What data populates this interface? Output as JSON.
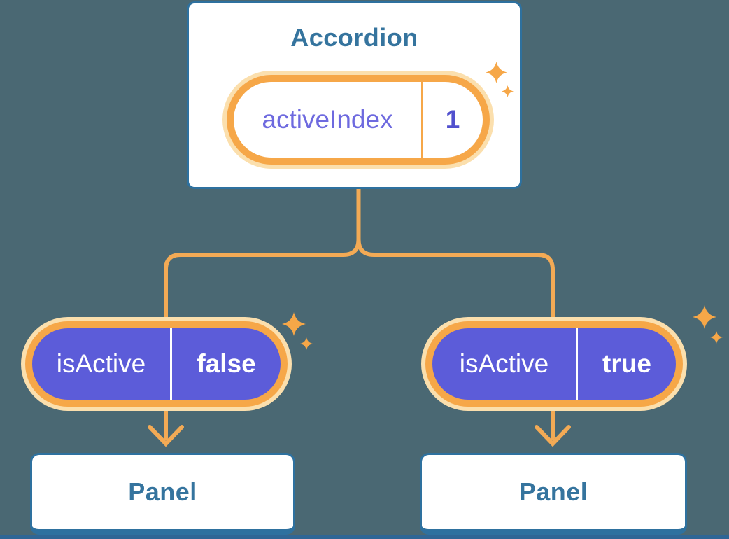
{
  "diagram": {
    "accordion": {
      "title": "Accordion",
      "state_pill": {
        "label": "activeIndex",
        "value": "1"
      }
    },
    "left_branch": {
      "prop_pill": {
        "label": "isActive",
        "value": "false"
      },
      "panel": {
        "title": "Panel"
      }
    },
    "right_branch": {
      "prop_pill": {
        "label": "isActive",
        "value": "true"
      },
      "panel": {
        "title": "Panel"
      }
    }
  },
  "icons": {
    "sparkle": "sparkle-icon"
  },
  "colors": {
    "background": "#4A6873",
    "card_border": "#2E719F",
    "heading_text": "#35749E",
    "orange_line": "#F3AA55",
    "orange_ring": "#F6A748",
    "orange_glow": "#FBDFAD",
    "purple_fill": "#5C5CD9",
    "purple_text": "#6E6ADF",
    "value_indigo": "#5150CE",
    "bottom_bar": "#2F6695"
  }
}
